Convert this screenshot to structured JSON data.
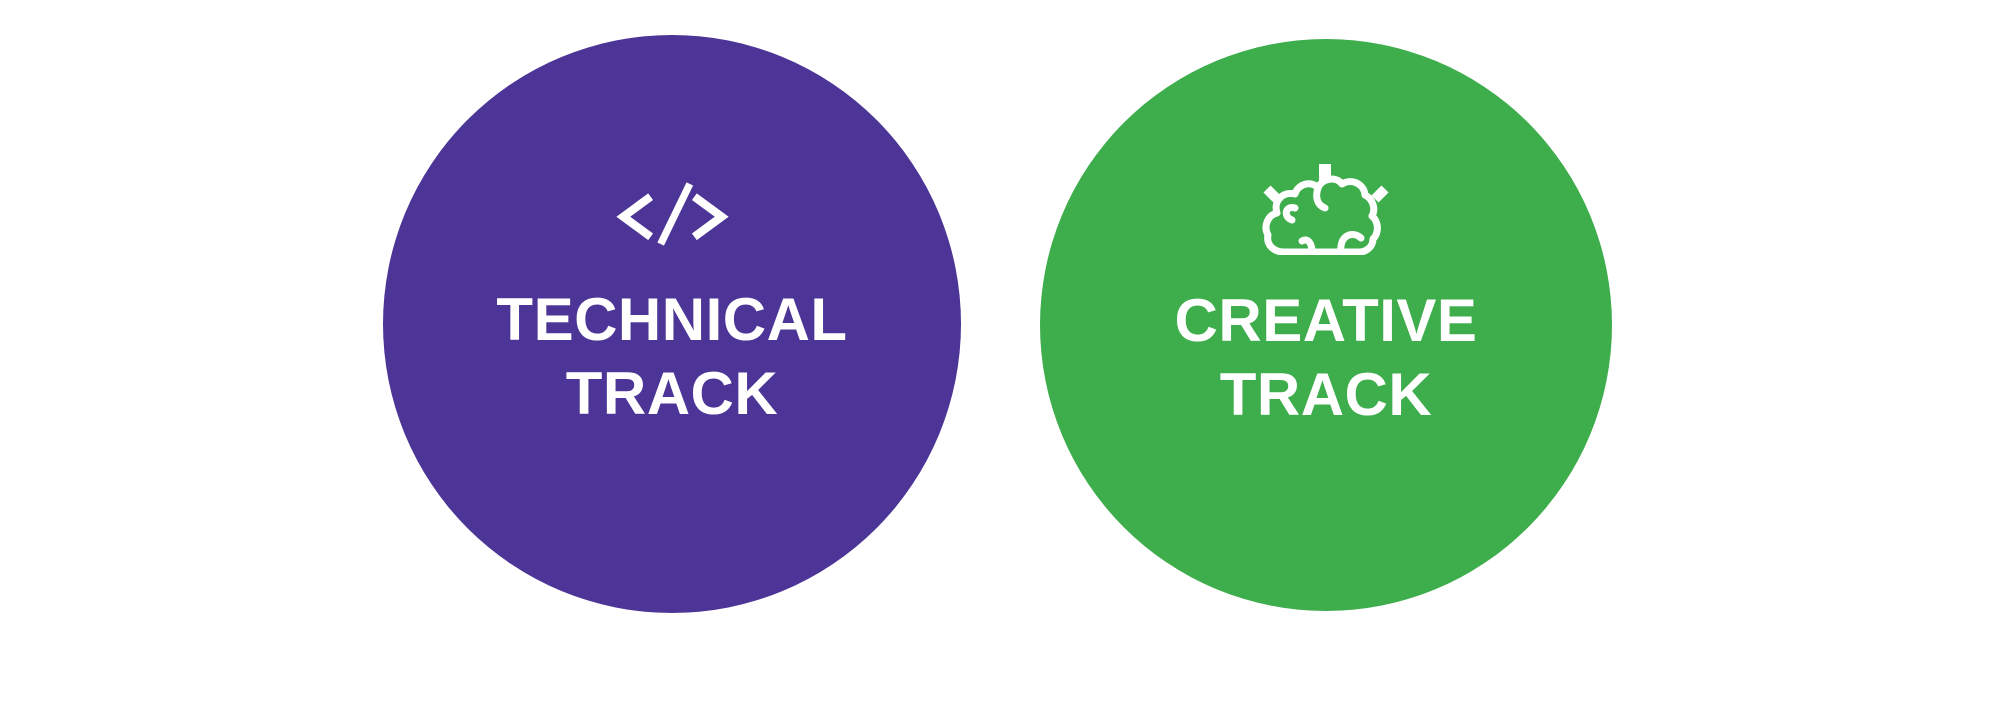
{
  "page": {
    "background_color": "#ffffff",
    "text_color": "#ffffff"
  },
  "tracks": [
    {
      "name": "Technical Track",
      "line1": "TECHNICAL",
      "line2": "TRACK",
      "circle_color": "#4C3596",
      "icon": "code-icon"
    },
    {
      "name": "Creative Track",
      "line1": "CREATIVE",
      "line2": "TRACK",
      "circle_color": "#3EAD4C",
      "icon": "brainstorm-icon"
    }
  ]
}
